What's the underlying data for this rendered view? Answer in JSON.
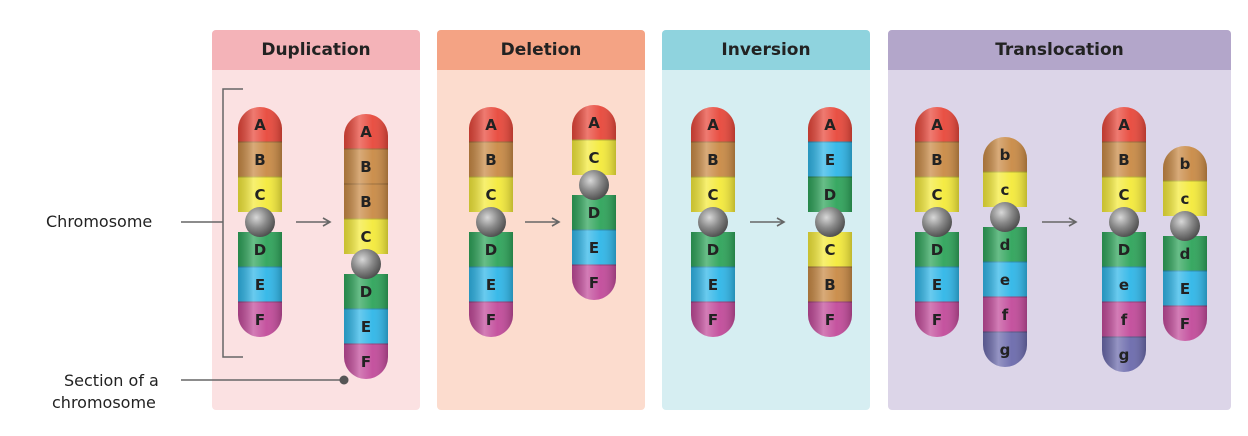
{
  "labels": {
    "chromosome": "Chromosome",
    "section_line1": "Section of a",
    "section_line2": "chromosome"
  },
  "colors": {
    "A": "#e8473a",
    "B": "#c98a45",
    "C": "#f4ea3a",
    "D": "#2ea45a",
    "E": "#2fb6e8",
    "F": "#c24a9a",
    "b": "#c98a45",
    "c": "#f4ea3a",
    "d": "#2ea45a",
    "e": "#2fb6e8",
    "f": "#c24a9a",
    "g": "#6b6aac",
    "centromere": "#7a7a7a",
    "line": "#666666"
  },
  "panels": [
    {
      "title": "Duplication",
      "header_color": "#f4b3b8",
      "bg_color": "#fbe1e2",
      "before": [
        [
          "A",
          "B",
          "C",
          "*",
          "D",
          "E",
          "F"
        ]
      ],
      "after": [
        [
          "A",
          "B",
          "B",
          "C",
          "*",
          "D",
          "E",
          "F"
        ]
      ]
    },
    {
      "title": "Deletion",
      "header_color": "#f4a384",
      "bg_color": "#fcdcce",
      "before": [
        [
          "A",
          "B",
          "C",
          "*",
          "D",
          "E",
          "F"
        ]
      ],
      "after": [
        [
          "A",
          "C",
          "*",
          "D",
          "E",
          "F"
        ]
      ]
    },
    {
      "title": "Inversion",
      "header_color": "#8fd3de",
      "bg_color": "#d6eef2",
      "before": [
        [
          "A",
          "B",
          "C",
          "*",
          "D",
          "E",
          "F"
        ]
      ],
      "after": [
        [
          "A",
          "E",
          "D",
          "*",
          "C",
          "B",
          "F"
        ]
      ]
    },
    {
      "title": "Translocation",
      "header_color": "#b3a6ca",
      "bg_color": "#dcd5e8",
      "before": [
        [
          "A",
          "B",
          "C",
          "*",
          "D",
          "E",
          "F"
        ],
        [
          "b",
          "c",
          "*",
          "d",
          "e",
          "f",
          "g"
        ]
      ],
      "after": [
        [
          "A",
          "B",
          "C",
          "*",
          "D",
          "e",
          "f",
          "g"
        ],
        [
          "b",
          "c",
          "*",
          "d",
          "E",
          "F"
        ]
      ]
    }
  ]
}
